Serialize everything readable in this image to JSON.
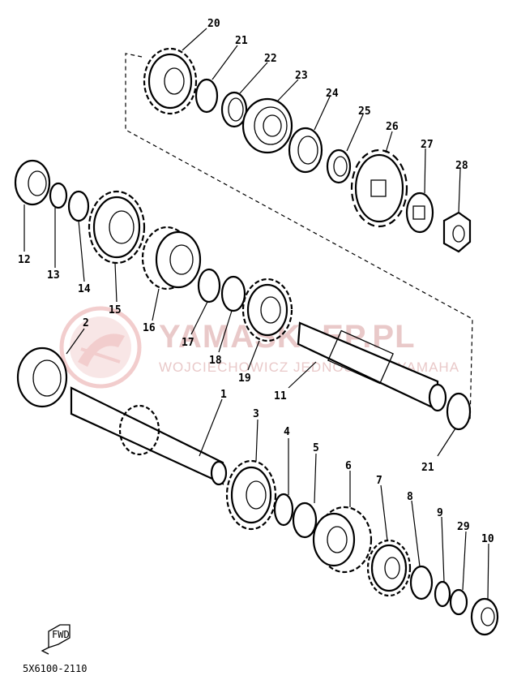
{
  "diagram": {
    "callouts": [
      {
        "id": "c20",
        "text": "20"
      },
      {
        "id": "c21a",
        "text": "21"
      },
      {
        "id": "c22",
        "text": "22"
      },
      {
        "id": "c23",
        "text": "23"
      },
      {
        "id": "c24",
        "text": "24"
      },
      {
        "id": "c25",
        "text": "25"
      },
      {
        "id": "c26",
        "text": "26"
      },
      {
        "id": "c27",
        "text": "27"
      },
      {
        "id": "c28",
        "text": "28"
      },
      {
        "id": "c12",
        "text": "12"
      },
      {
        "id": "c13",
        "text": "13"
      },
      {
        "id": "c14",
        "text": "14"
      },
      {
        "id": "c15",
        "text": "15"
      },
      {
        "id": "c16",
        "text": "16"
      },
      {
        "id": "c17",
        "text": "17"
      },
      {
        "id": "c18",
        "text": "18"
      },
      {
        "id": "c19",
        "text": "19"
      },
      {
        "id": "c11",
        "text": "11"
      },
      {
        "id": "c2",
        "text": "2"
      },
      {
        "id": "c1",
        "text": "1"
      },
      {
        "id": "c3",
        "text": "3"
      },
      {
        "id": "c4",
        "text": "4"
      },
      {
        "id": "c5",
        "text": "5"
      },
      {
        "id": "c6",
        "text": "6"
      },
      {
        "id": "c7",
        "text": "7"
      },
      {
        "id": "c8",
        "text": "8"
      },
      {
        "id": "c9",
        "text": "9"
      },
      {
        "id": "c29",
        "text": "29"
      },
      {
        "id": "c10",
        "text": "10"
      },
      {
        "id": "c21b",
        "text": "21"
      }
    ],
    "drawing_code": "5X6100-2110",
    "direction_label": "FWD",
    "watermark": {
      "brand": "YAMASKLEP.PL",
      "tagline": "WOJCIECHOWICZ JEDNOŚLADY YAMAHA",
      "color": "#e9c9c9"
    }
  }
}
